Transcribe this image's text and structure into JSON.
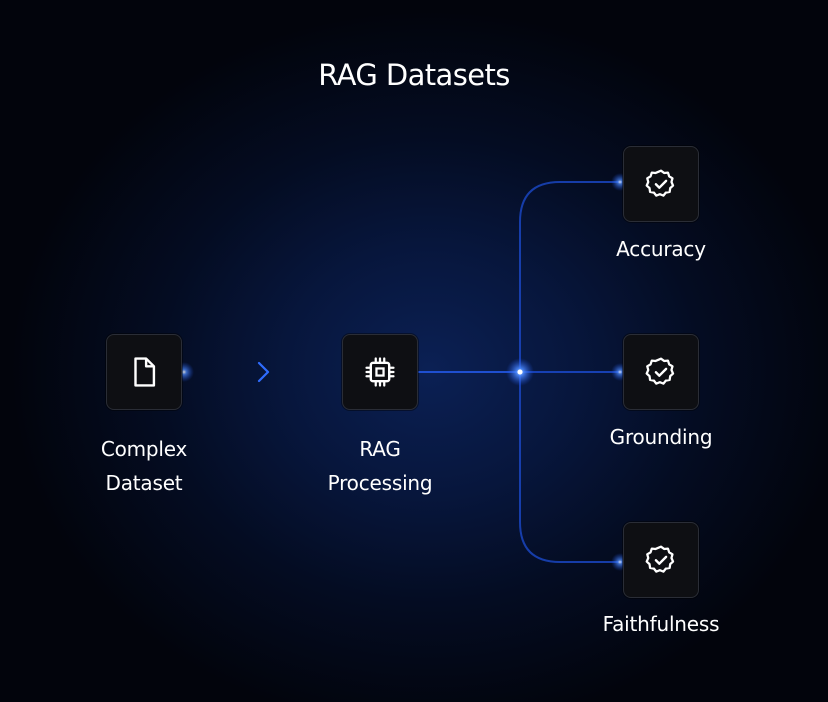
{
  "title": "RAG Datasets",
  "nodes": {
    "source": {
      "label_line1": "Complex",
      "label_line2": "Dataset",
      "icon": "document-icon"
    },
    "process": {
      "label_line1": "RAG",
      "label_line2": "Processing",
      "icon": "chip-icon"
    },
    "outputs": [
      {
        "label": "Accuracy",
        "icon": "verified-badge-icon"
      },
      {
        "label": "Grounding",
        "icon": "verified-badge-icon"
      },
      {
        "label": "Faithfulness",
        "icon": "verified-badge-icon"
      }
    ]
  },
  "colors": {
    "background": "#02040c",
    "glow": "#0b2054",
    "connector": "#1a4bd6",
    "node": "#0e0f13"
  }
}
